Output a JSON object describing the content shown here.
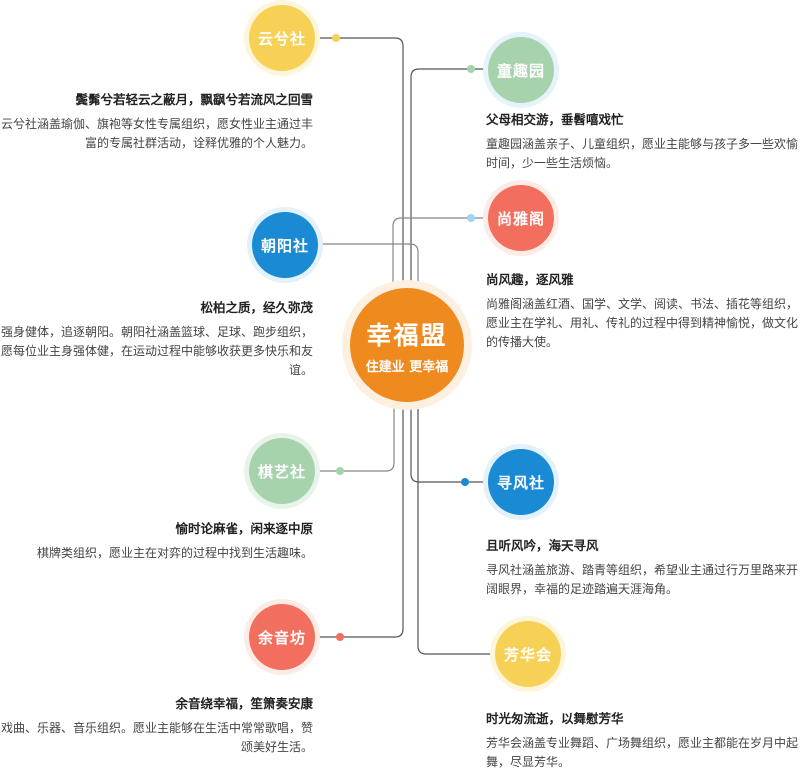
{
  "center": {
    "title": "幸福盟",
    "subtitle": "住建业 更幸福"
  },
  "colors": {
    "yellow": "#f7d155",
    "green": "#a6d3ac",
    "red": "#f26e5f",
    "blue": "#1a8ad4",
    "orange": "#ef8a1f"
  },
  "clubs": [
    {
      "name": "云兮社",
      "heading": "鬓髴兮若轻云之蔽月，飘飖兮若流风之回雪",
      "desc": "云兮社涵盖瑜伽、旗袍等女性专属组织，愿女性业主通过丰富的专属社群活动，诠释优雅的个人魅力。"
    },
    {
      "name": "童趣园",
      "heading": "父母相交游，垂髫嘻戏忙",
      "desc": "童趣园涵盖亲子、儿童组织，愿业主能够与孩子多一些欢愉时间，少一些生活烦恼。"
    },
    {
      "name": "朝阳社",
      "heading": "松柏之质，经久弥茂",
      "desc": "强身健体，追逐朝阳。朝阳社涵盖篮球、足球、跑步组织，愿每位业主身强体健，在运动过程中能够收获更多快乐和友谊。"
    },
    {
      "name": "尚雅阁",
      "heading": "尚风趣，逐风雅",
      "desc": "尚雅阁涵盖红酒、国学、文学、阅读、书法、插花等组织，愿业主在学礼、用礼、传礼的过程中得到精神愉悦，做文化的传播大使。"
    },
    {
      "name": "棋艺社",
      "heading": "愉时论麻雀，闲来逐中原",
      "desc": "棋牌类组织，愿业主在对弈的过程中找到生活趣味。"
    },
    {
      "name": "寻风社",
      "heading": "且听风吟，海天寻风",
      "desc": "寻风社涵盖旅游、踏青等组织，希望业主通过行万里路来开阔眼界，幸福的足迹踏遍天涯海角。"
    },
    {
      "name": "余音坊",
      "heading": "余音绕幸福，笙箫奏安康",
      "desc": "戏曲、乐器、音乐组织。愿业主能够在生活中常常歌唱，赞颂美好生活。"
    },
    {
      "name": "芳华会",
      "heading": "时光匆流逝，以舞慰芳华",
      "desc": "芳华会涵盖专业舞蹈、广场舞组织，愿业主都能在岁月中起舞，尽显芳华。"
    }
  ]
}
